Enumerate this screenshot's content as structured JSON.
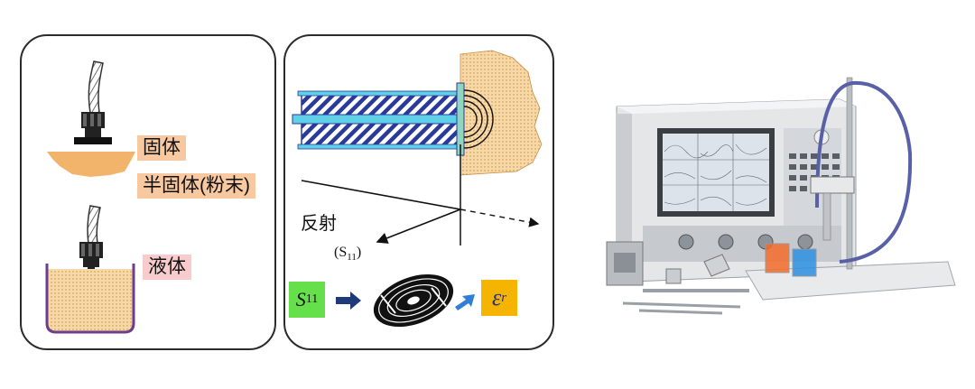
{
  "left_panel": {
    "solid_label": "固体",
    "semisolid_label": "半固体(粉末)",
    "liquid_label": "液体"
  },
  "middle_panel": {
    "reflection_label": "反射",
    "s11_paren_label": "(S11)",
    "s11_box": {
      "base": "S",
      "sub": "11",
      "color": "#66e04a"
    },
    "er_box": {
      "base": "ε",
      "sub": "r",
      "color": "#f5b400"
    }
  },
  "icons": [
    "coaxial-probe-icon",
    "flange-probe-icon",
    "cable-icon",
    "sample-block-icon",
    "beaker-icon",
    "disc-software-icon",
    "arrow-icon",
    "network-analyzer-photo"
  ],
  "colors": {
    "material": "#f2b46a",
    "liquid": "#f7dfb0",
    "probe_stripe": "#2a3a9a",
    "center_conductor": "#5fd0e8",
    "label_orange": "#f8c9a0",
    "label_pink": "#f8cccc"
  }
}
